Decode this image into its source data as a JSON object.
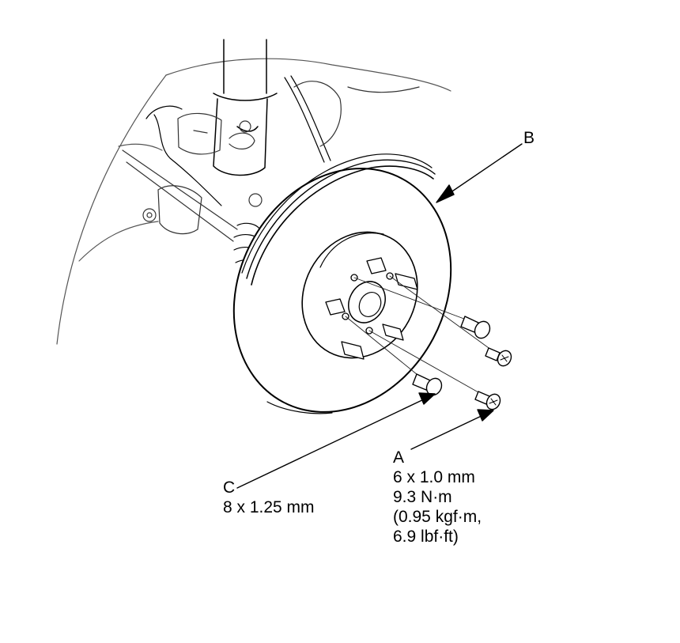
{
  "callouts": {
    "a": {
      "letter": "A",
      "size": "6 x 1.0 mm",
      "torque_nm": "9.3 N·m",
      "torque_kgf": "(0.95 kgf·m,",
      "torque_lbf": "6.9 lbf·ft)"
    },
    "b": {
      "letter": "B"
    },
    "c": {
      "letter": "C",
      "size": "8 x 1.25 mm"
    }
  },
  "colors": {
    "line": "#000000",
    "background": "#ffffff"
  }
}
